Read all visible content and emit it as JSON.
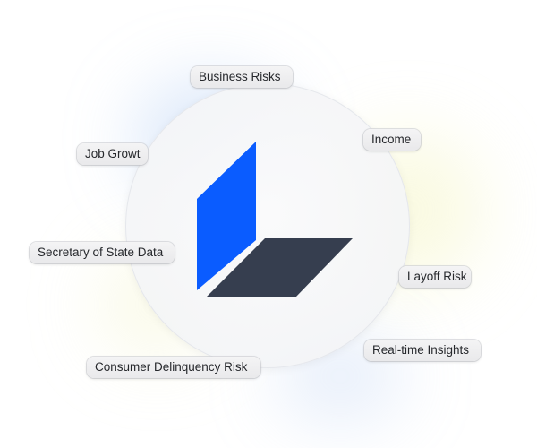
{
  "logo": {
    "icon": "stacked-panels-logo-icon",
    "colors": {
      "upright_panel": "#0a5cff",
      "base_panel": "#363e4f"
    }
  },
  "labels": {
    "business_risks": "Business Risks",
    "income": "Income",
    "job_growth": "Job Growt",
    "secretary_of_state_data": "Secretary of State Data",
    "layoff_risk": "Layoff Risk",
    "realtime_insights": "Real-time Insights",
    "consumer_delinquency_risk": "Consumer Delinquency Risk"
  }
}
